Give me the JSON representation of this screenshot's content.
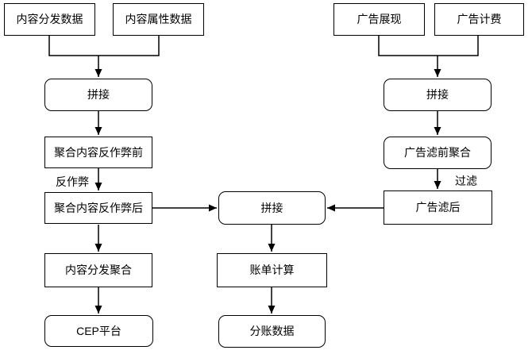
{
  "diagram": {
    "type": "flowchart",
    "colors": {
      "background": "#ffffff",
      "node_fill": "#ffffff",
      "node_stroke": "#000000",
      "edge_stroke": "#000000",
      "text": "#000000"
    },
    "nodes": {
      "content_dist_data": {
        "label": "内容分发数据",
        "shape": "rect"
      },
      "content_attr_data": {
        "label": "内容属性数据",
        "shape": "rect"
      },
      "ad_impression": {
        "label": "广告展现",
        "shape": "rect"
      },
      "ad_billing": {
        "label": "广告计费",
        "shape": "rect"
      },
      "join_left": {
        "label": "拼接",
        "shape": "rounded"
      },
      "join_right": {
        "label": "拼接",
        "shape": "rounded"
      },
      "agg_content_pre_antifraud": {
        "label": "聚合内容反作弊前",
        "shape": "rect"
      },
      "ad_pre_filter_agg": {
        "label": "广告滤前聚合",
        "shape": "rounded"
      },
      "agg_content_post_antifraud": {
        "label": "聚合内容反作弊后",
        "shape": "rect"
      },
      "join_center": {
        "label": "拼接",
        "shape": "rounded"
      },
      "ad_post_filter": {
        "label": "广告滤后",
        "shape": "rect"
      },
      "content_dist_agg": {
        "label": "内容分发聚合",
        "shape": "rect"
      },
      "bill_calc": {
        "label": "账单计算",
        "shape": "rect"
      },
      "cep_platform": {
        "label": "CEP平台",
        "shape": "rounded"
      },
      "split_account_data": {
        "label": "分账数据",
        "shape": "rounded"
      }
    },
    "edge_labels": {
      "antifraud": "反作弊",
      "filter": "过滤"
    },
    "edges": [
      "content_dist_data+content_attr_data -> join_left",
      "ad_impression+ad_billing -> join_right",
      "join_left -> agg_content_pre_antifraud",
      "agg_content_pre_antifraud -> agg_content_post_antifraud (反作弊)",
      "agg_content_post_antifraud -> join_center",
      "agg_content_post_antifraud -> content_dist_agg",
      "content_dist_agg -> cep_platform",
      "join_right -> ad_pre_filter_agg",
      "ad_pre_filter_agg -> ad_post_filter (过滤)",
      "ad_post_filter -> join_center",
      "join_center -> bill_calc",
      "bill_calc -> split_account_data"
    ]
  }
}
